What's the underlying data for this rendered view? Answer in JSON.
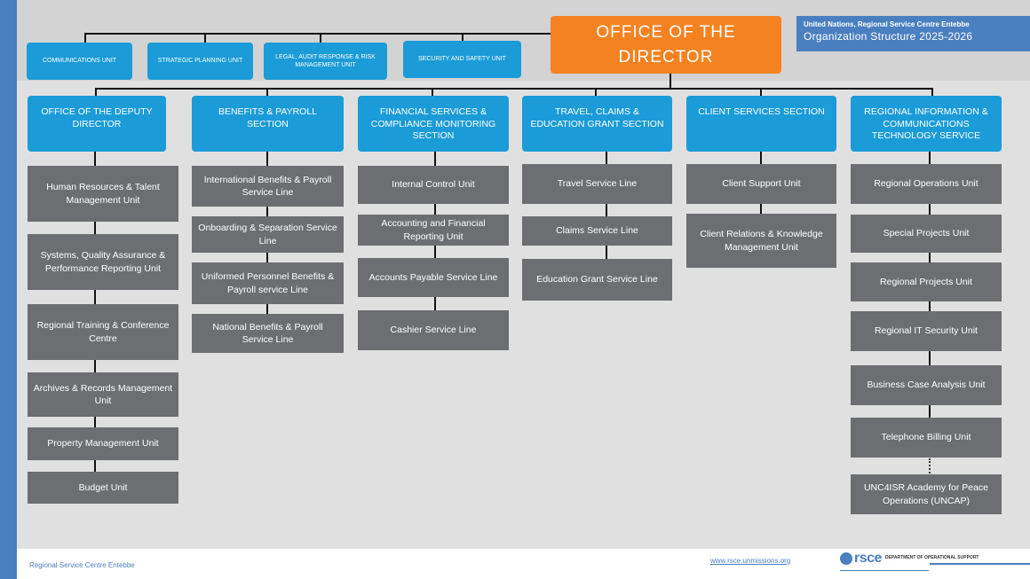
{
  "header": {
    "org_line": "United Nations, Regional Service Centre Entebbe",
    "title": "Organization Structure 2025-2026"
  },
  "director": {
    "label": "OFFICE OF THE DIRECTOR"
  },
  "top_units": [
    "COMMUNICATIONS UNIT",
    "STRATEGIC PLANNING UNIT",
    "LEGAL, AUDIT RESPONSE & RISK MANAGEMENT UNIT",
    "SECURITY AND SAFETY UNIT"
  ],
  "sections": [
    {
      "title": "OFFICE OF THE DEPUTY DIRECTOR",
      "units": [
        "Human Resources & Talent Management Unit",
        "Systems, Quality Assurance & Performance Reporting Unit",
        "Regional Training & Conference Centre",
        "Archives & Records Management Unit",
        "Property Management Unit",
        "Budget Unit"
      ]
    },
    {
      "title": "BENEFITS & PAYROLL SECTION",
      "units": [
        "International Benefits & Payroll Service Line",
        "Onboarding & Separation Service Line",
        "Uniformed Personnel Benefits & Payroll service Line",
        "National Benefits & Payroll Service Line"
      ]
    },
    {
      "title": "FINANCIAL SERVICES & COMPLIANCE MONITORING SECTION",
      "units": [
        "Internal Control Unit",
        "Accounting and Financial Reporting Unit",
        "Accounts Payable Service Line",
        "Cashier Service Line"
      ]
    },
    {
      "title": "TRAVEL, CLAIMS & EDUCATION GRANT SECTION",
      "units": [
        "Travel Service Line",
        "Claims Service Line",
        "Education Grant Service Line"
      ]
    },
    {
      "title": "CLIENT SERVICES SECTION",
      "units": [
        "Client Support Unit",
        "Client Relations & Knowledge Management Unit"
      ]
    },
    {
      "title": "REGIONAL INFORMATION & COMMUNICATIONS TECHNOLOGY SERVICE",
      "units": [
        "Regional Operations Unit",
        "Special Projects Unit",
        "Regional Projects Unit",
        "Regional IT Security Unit",
        "Business Case Analysis Unit",
        "Telephone Billing Unit",
        "UNC4ISR Academy for Peace Operations (UNCAP)"
      ]
    }
  ],
  "footer": {
    "left": "Regional Service Centre Entebbe",
    "url": "www.rsce.unmissions.org",
    "logo_text": "rsce",
    "logo_sub": "DEPARTMENT OF OPERATIONAL SUPPORT"
  }
}
